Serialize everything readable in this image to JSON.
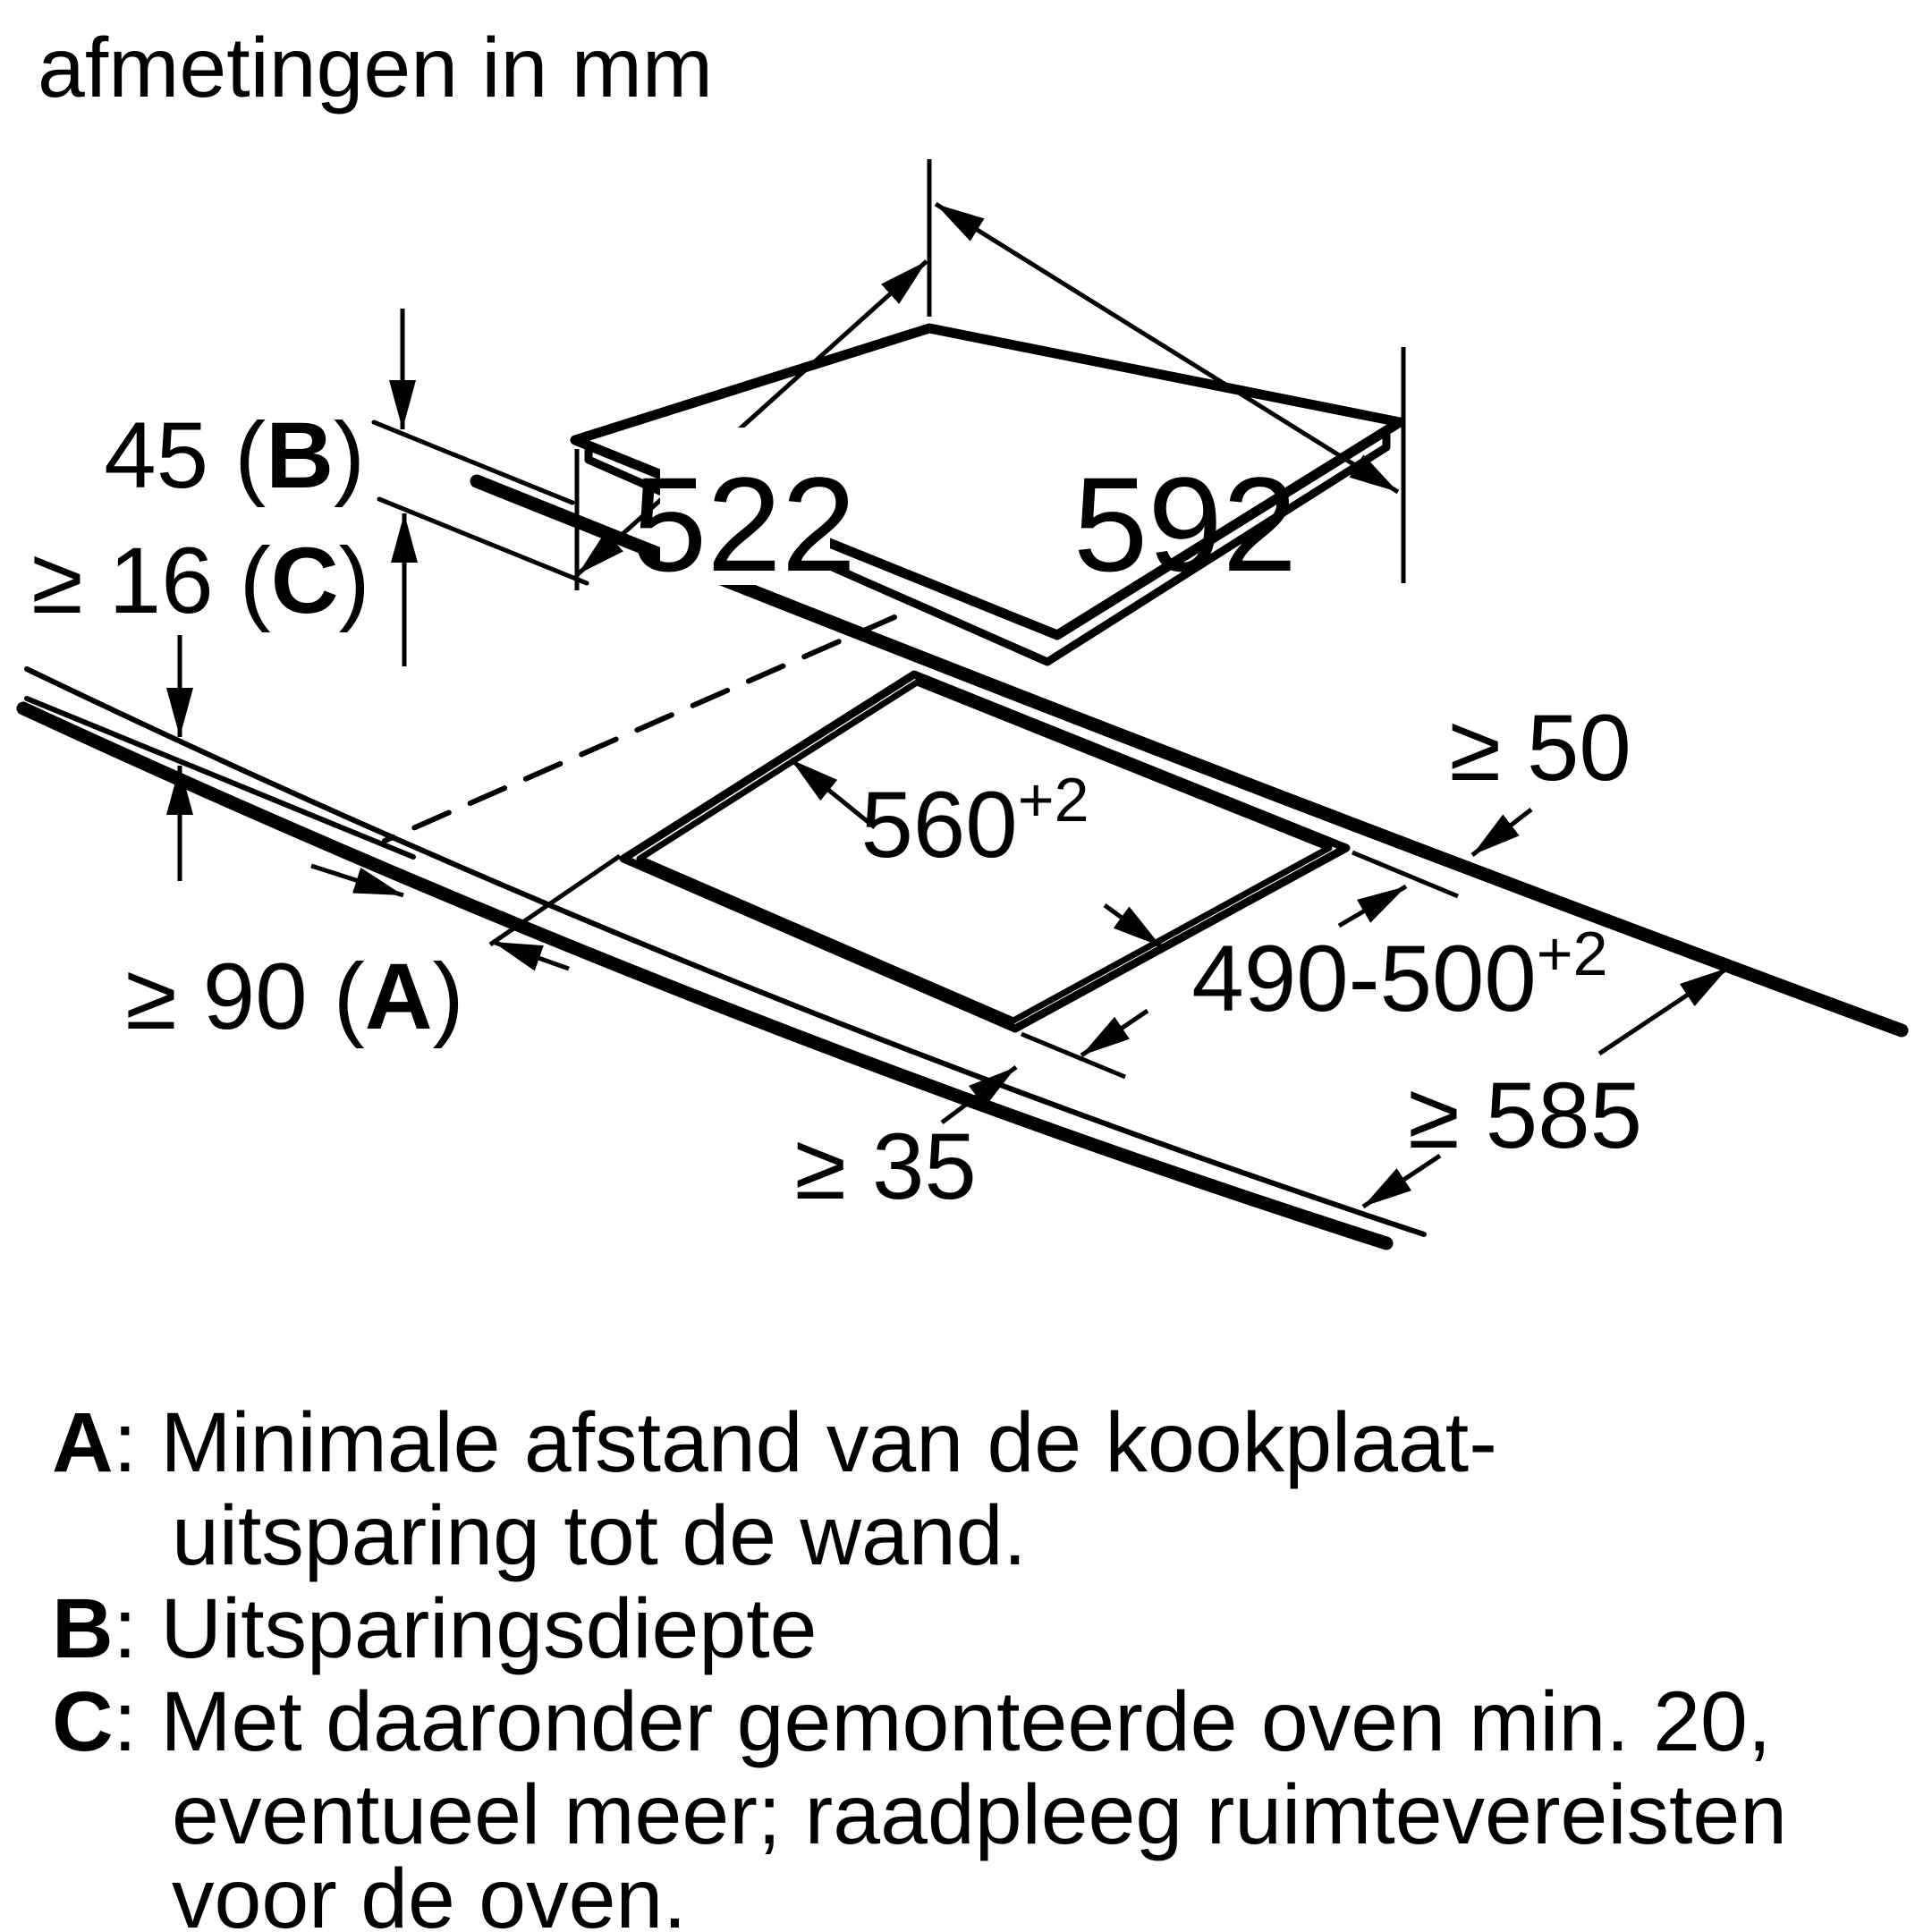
{
  "title": "afmetingen in mm",
  "colors": {
    "line": "#000000",
    "background": "#ffffff"
  },
  "chart_type": "installation-dimension-diagram",
  "units": "mm",
  "dims": {
    "hob_depth": "522",
    "hob_width": "592",
    "d45_pre": "45 (",
    "d45_letter": "B",
    "d45_post": ")",
    "d16_pre": "≥ 16 (",
    "d16_letter": "C",
    "d16_post": ")",
    "d90_pre": "≥ 90 (",
    "d90_letter": "A",
    "d90_post": ")",
    "cutout_width_main": "560",
    "cutout_width_sup": "+2",
    "cutout_depth_main": "490-500",
    "cutout_depth_sup": "+2",
    "side_clearance": "≥ 50",
    "worktop_depth": "≥ 585",
    "front_strip": "≥ 35"
  },
  "legend": {
    "a_letter": "A",
    "a_rest1": ": Minimale afstand van de kookplaat-",
    "a_line2": "uitsparing tot de wand.",
    "b_letter": "B",
    "b_rest": ": Uitsparingsdiepte",
    "c_letter": "C",
    "c_rest1": ": Met daaronder gemonteerde oven min. 20,",
    "c_line2": "eventueel meer; raadpleeg ruimtevereisten",
    "c_line3": "voor de oven."
  }
}
